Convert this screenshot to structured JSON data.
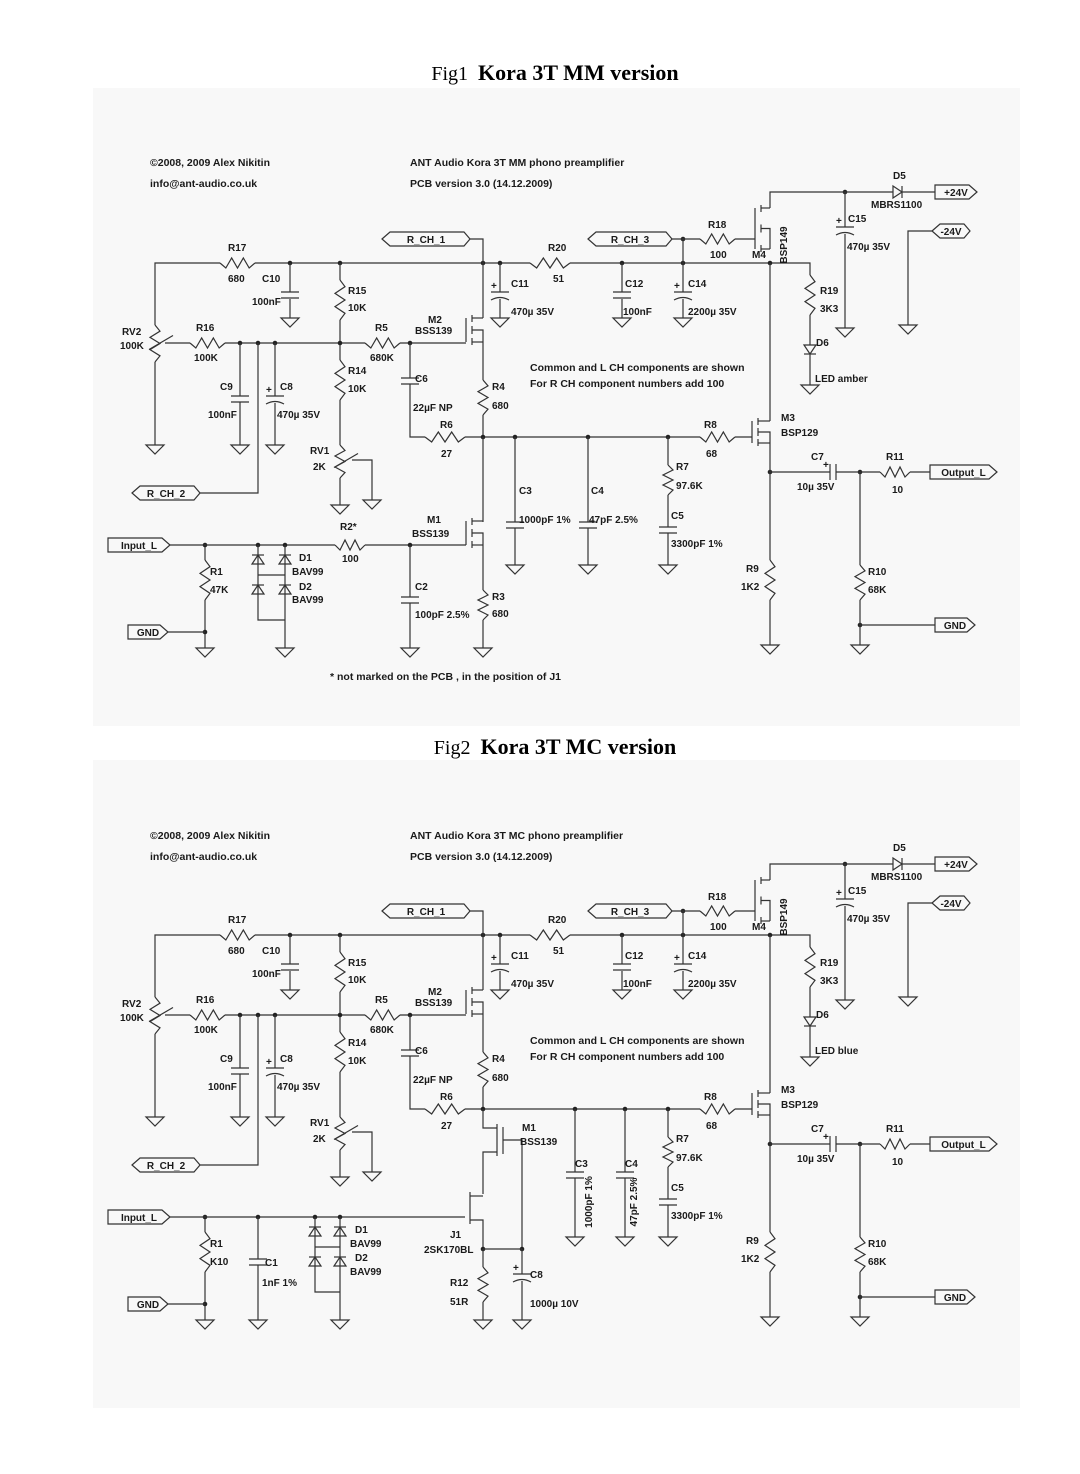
{
  "ports": {
    "r_ch_1": "R_CH_1",
    "r_ch_2": "R_CH_2",
    "r_ch_3": "R_CH_3",
    "input_l": "Input_L",
    "gnd": "GND",
    "plus24": "+24V",
    "minus24": "-24V",
    "output_l": "Output_L"
  },
  "fig1": {
    "caption_prefix": "Fig1",
    "caption_title": "Kora 3T MM version",
    "copyright": "©2008, 2009 Alex Nikitin",
    "email": "info@ant-audio.co.uk",
    "product": "ANT Audio Kora 3T MM phono preamplifier",
    "pcb": "PCB version 3.0 (14.12.2009)",
    "note_line1": "Common and L CH components are shown",
    "note_line2": "For R CH component numbers add 100",
    "footnote": "* not marked on the PCB , in the position of J1",
    "components": {
      "R17": {
        "ref": "R17",
        "value": "680"
      },
      "C10": {
        "ref": "C10",
        "value": "100nF"
      },
      "R15": {
        "ref": "R15",
        "value": "10K"
      },
      "R20": {
        "ref": "R20",
        "value": "51"
      },
      "C11": {
        "ref": "C11",
        "value": "470µ 35V"
      },
      "C12": {
        "ref": "C12",
        "value": "100nF"
      },
      "C14": {
        "ref": "C14",
        "value": "2200µ 35V"
      },
      "R18": {
        "ref": "R18",
        "value": "100"
      },
      "M4": {
        "ref": "M4",
        "value": "BSP149"
      },
      "C15": {
        "ref": "C15",
        "value": "470µ 35V"
      },
      "D5": {
        "ref": "D5",
        "value": "MBRS1100"
      },
      "RV2": {
        "ref": "RV2",
        "value": "100K"
      },
      "R16": {
        "ref": "R16",
        "value": "100K"
      },
      "R5": {
        "ref": "R5",
        "value": "680K"
      },
      "M2": {
        "ref": "M2",
        "value": "BSS139"
      },
      "R14": {
        "ref": "R14",
        "value": "10K"
      },
      "C9": {
        "ref": "C9",
        "value": "100nF"
      },
      "C8": {
        "ref": "C8",
        "value": "470µ 35V"
      },
      "C6": {
        "ref": "C6",
        "value": "22µF NP"
      },
      "R4": {
        "ref": "R4",
        "value": "680"
      },
      "R6": {
        "ref": "R6",
        "value": "27"
      },
      "RV1": {
        "ref": "RV1",
        "value": "2K"
      },
      "R19": {
        "ref": "R19",
        "value": "3K3"
      },
      "D6": {
        "ref": "D6",
        "value": "LED amber"
      },
      "R8": {
        "ref": "R8",
        "value": "68"
      },
      "M3": {
        "ref": "M3",
        "value": "BSP129"
      },
      "R7": {
        "ref": "R7",
        "value": "97.6K"
      },
      "C7": {
        "ref": "C7",
        "value": "10µ 35V"
      },
      "R11": {
        "ref": "R11",
        "value": "10"
      },
      "C3": {
        "ref": "C3",
        "value": "1000pF 1%"
      },
      "C4": {
        "ref": "C4",
        "value": "47pF 2.5%"
      },
      "C5": {
        "ref": "C5",
        "value": "3300pF 1%"
      },
      "M1": {
        "ref": "M1",
        "value": "BSS139"
      },
      "R2": {
        "ref": "R2*",
        "value": "100"
      },
      "D1": {
        "ref": "D1",
        "value": "BAV99"
      },
      "D2": {
        "ref": "D2",
        "value": "BAV99"
      },
      "R1": {
        "ref": "R1",
        "value": "47K"
      },
      "C2": {
        "ref": "C2",
        "value": "100pF 2.5%"
      },
      "R3": {
        "ref": "R3",
        "value": "680"
      },
      "R9": {
        "ref": "R9",
        "value": "1K2"
      },
      "R10": {
        "ref": "R10",
        "value": "68K"
      }
    }
  },
  "fig2": {
    "caption_prefix": "Fig2",
    "caption_title": "Kora 3T MC version",
    "copyright": "©2008, 2009 Alex Nikitin",
    "email": "info@ant-audio.co.uk",
    "product": "ANT Audio Kora 3T MC phono preamplifier",
    "pcb": "PCB version 3.0 (14.12.2009)",
    "note_line1": "Common and L CH components are shown",
    "note_line2": "For R CH component numbers add 100",
    "components": {
      "R17": {
        "ref": "R17",
        "value": "680"
      },
      "C10": {
        "ref": "C10",
        "value": "100nF"
      },
      "R15": {
        "ref": "R15",
        "value": "10K"
      },
      "R20": {
        "ref": "R20",
        "value": "51"
      },
      "C11": {
        "ref": "C11",
        "value": "470µ 35V"
      },
      "C12": {
        "ref": "C12",
        "value": "100nF"
      },
      "C14": {
        "ref": "C14",
        "value": "2200µ 35V"
      },
      "R18": {
        "ref": "R18",
        "value": "100"
      },
      "M4": {
        "ref": "M4",
        "value": "BSP149"
      },
      "C15": {
        "ref": "C15",
        "value": "470µ 35V"
      },
      "D5": {
        "ref": "D5",
        "value": "MBRS1100"
      },
      "RV2": {
        "ref": "RV2",
        "value": "100K"
      },
      "R16": {
        "ref": "R16",
        "value": "100K"
      },
      "R5": {
        "ref": "R5",
        "value": "680K"
      },
      "M2": {
        "ref": "M2",
        "value": "BSS139"
      },
      "R14": {
        "ref": "R14",
        "value": "10K"
      },
      "C9": {
        "ref": "C9",
        "value": "100nF"
      },
      "C8": {
        "ref": "C8",
        "value": "470µ 35V"
      },
      "C6": {
        "ref": "C6",
        "value": "22µF NP"
      },
      "R4": {
        "ref": "R4",
        "value": "680"
      },
      "R6": {
        "ref": "R6",
        "value": "27"
      },
      "RV1": {
        "ref": "RV1",
        "value": "2K"
      },
      "R19": {
        "ref": "R19",
        "value": "3K3"
      },
      "D6": {
        "ref": "D6",
        "value": "LED blue"
      },
      "R8": {
        "ref": "R8",
        "value": "68"
      },
      "M3": {
        "ref": "M3",
        "value": "BSP129"
      },
      "R7": {
        "ref": "R7",
        "value": "97.6K"
      },
      "C7": {
        "ref": "C7",
        "value": "10µ 35V"
      },
      "R11": {
        "ref": "R11",
        "value": "10"
      },
      "C3": {
        "ref": "C3",
        "value": "1000pF 1%"
      },
      "C4": {
        "ref": "C4",
        "value": "47pF 2.5%"
      },
      "C5": {
        "ref": "C5",
        "value": "3300pF 1%"
      },
      "M1": {
        "ref": "M1",
        "value": "BSS139"
      },
      "J1": {
        "ref": "J1",
        "value": "2SK170BL"
      },
      "R12": {
        "ref": "R12",
        "value": "51R"
      },
      "C8b": {
        "ref": "C8",
        "value": "1000µ 10V"
      },
      "D1": {
        "ref": "D1",
        "value": "BAV99"
      },
      "D2": {
        "ref": "D2",
        "value": "BAV99"
      },
      "R1": {
        "ref": "R1",
        "value": "K10"
      },
      "C1": {
        "ref": "C1",
        "value": "1nF 1%"
      },
      "R9": {
        "ref": "R9",
        "value": "1K2"
      },
      "R10": {
        "ref": "R10",
        "value": "68K"
      }
    }
  }
}
